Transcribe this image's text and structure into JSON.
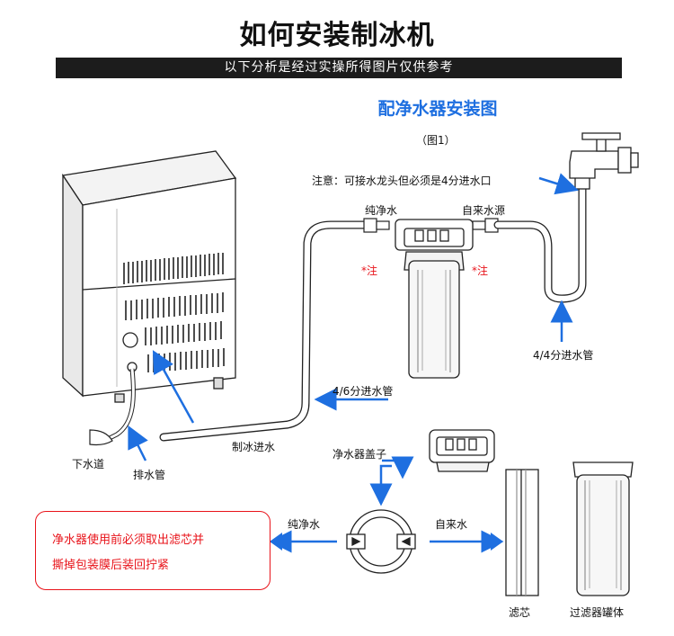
{
  "header": {
    "title": "如何安装制冰机",
    "banner": "以下分析是经过实操所得图片仅供参考",
    "subtitle": "配净水器安装图",
    "figure_no": "（图1）"
  },
  "labels": {
    "notice": "注意：可接水龙头但必须是4分进水口",
    "pure_water_top": "纯净水",
    "tap_water_top": "自来水源",
    "note_left": "*注",
    "note_right": "*注",
    "pipe_4_4": "4/4分进水管",
    "pipe_4_6": "4/6分进水管",
    "ice_inlet": "制冰进水",
    "drain": "下水道",
    "drain_pipe": "排水管",
    "filter_cap": "净水器盖子",
    "pure_water_bottom": "纯净水",
    "tap_water_bottom": "自来水",
    "filter_core": "滤芯",
    "filter_tank": "过滤器罐体"
  },
  "warning": {
    "line1": "净水器使用前必须取出滤芯并",
    "line2": "撕掉包装膜后装回拧紧"
  },
  "colors": {
    "accent_blue": "#1e6fe0",
    "warning_red": "#e8131a",
    "banner_bg": "#1c1c1c"
  }
}
